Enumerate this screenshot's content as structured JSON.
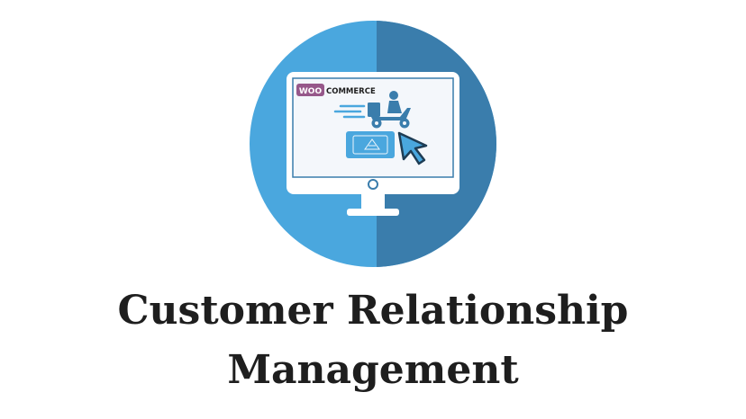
{
  "logo": {
    "badge_text": "WOO",
    "word_text": "COMMERCE",
    "badge_color": "#96588a"
  },
  "colors": {
    "circle_light": "#4aa7de",
    "circle_dark": "#3a7dac",
    "monitor_frame": "#ffffff",
    "screen_bg": "#f4f7fb",
    "accent_blue": "#4aa7de",
    "cursor_fill": "#4aa7de"
  },
  "icons": {
    "monitor": "monitor-icon",
    "delivery_scooter": "delivery-scooter-icon",
    "payment_card": "card-icon",
    "pointer": "cursor-arrow-icon"
  },
  "headline": {
    "line1": "Customer Relationship",
    "line2": "Management"
  }
}
